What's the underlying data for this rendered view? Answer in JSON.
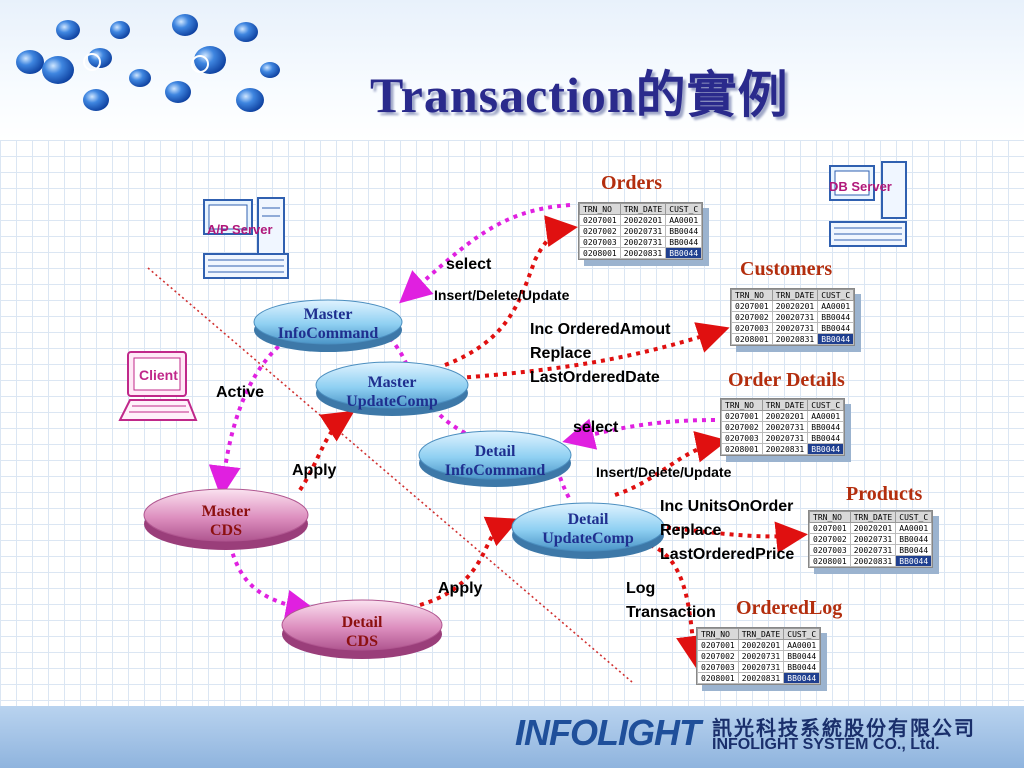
{
  "title": "Transaction的實例",
  "servers": {
    "ap": "A/P Server",
    "db": "DB Server",
    "client": "Client"
  },
  "nodes": {
    "master_infocommand": [
      "Master",
      "InfoCommand"
    ],
    "master_updatecomp": [
      "Master",
      "UpdateComp"
    ],
    "detail_infocommand": [
      "Detail",
      "InfoCommand"
    ],
    "detail_updatecomp": [
      "Detail",
      "UpdateComp"
    ],
    "master_cds": [
      "Master",
      "CDS"
    ],
    "detail_cds": [
      "Detail",
      "CDS"
    ]
  },
  "labels": {
    "select1": "select",
    "insert1": "Insert/Delete/Update",
    "inc1": "Inc OrderedAmout",
    "replace1": "Replace",
    "last1": "LastOrderedDate",
    "active": "Active",
    "apply1": "Apply",
    "select2": "select",
    "insert2": "Insert/Delete/Update",
    "inc2": "Inc UnitsOnOrder",
    "replace2": "Replace",
    "last2": "LastOrderedPrice",
    "apply2": "Apply",
    "log": "Log",
    "transaction": "Transaction"
  },
  "tables": {
    "orders": "Orders",
    "customers": "Customers",
    "order_details": "Order Details",
    "products": "Products",
    "orderedlog": "OrderedLog"
  },
  "table_grid": {
    "headers": [
      "TRN_NO",
      "TRN_DATE",
      "CUST_C"
    ],
    "rows": [
      [
        "0207001",
        "20020201",
        "AA0001"
      ],
      [
        "0207002",
        "20020731",
        "BB0044"
      ],
      [
        "0207003",
        "20020731",
        "BB0044"
      ],
      [
        "0208001",
        "20020831",
        "BB0044"
      ]
    ]
  },
  "footer": {
    "logo": "INFOLIGHT",
    "company_cn": "訊光科技系統股份有限公司",
    "company_en": "INFOLIGHT SYSTEM CO., Ltd."
  },
  "colors": {
    "title": "#2a2a8c",
    "table_title": "#b32e0e",
    "magenta_arrow": "#e020e0",
    "red_arrow": "#e01010",
    "server_label": "#b0187a"
  }
}
